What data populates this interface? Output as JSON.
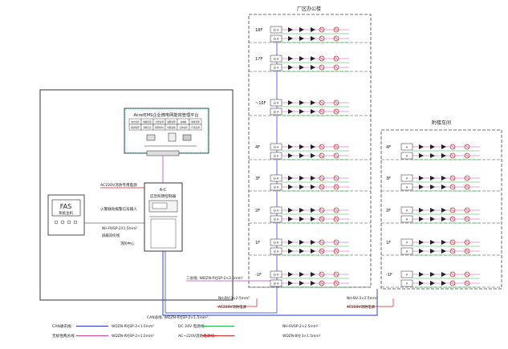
{
  "building_main": {
    "title": "厂区办公楼",
    "floors": [
      "18F",
      "17F",
      "~16F",
      "4F",
      "3F",
      "2F",
      "1F",
      "-1F"
    ]
  },
  "building_annex": {
    "title": "附楼车间",
    "floors": [
      "4F",
      "3F",
      "2F",
      "1F",
      "-1F"
    ]
  },
  "platform": {
    "title": "AcrelEMS企业微电网能效管理平台",
    "modules": [
      "电力监控",
      "电能质量",
      "光伏监测",
      "储能管理",
      "充电桩",
      "能耗管理",
      "能源管理",
      "消防应急",
      "照明控制",
      "智能运维",
      "安防监控",
      "环境监测"
    ]
  },
  "controller": {
    "code": "A-C",
    "name": "应急照明控制器"
  },
  "fas": {
    "title": "FAS",
    "subtitle": "系统主机"
  },
  "labels": {
    "power_ac220": "AC220V消防专用电源",
    "fire_link_input": "火警联动报警信号输入",
    "link_cable": "NH-RVSP-2X1.5mm²",
    "link_line": "屏蔽双绞线",
    "control_center": "消防中心",
    "bus2": "二总线: WDZN-RYJSP-2×2.5mm²",
    "can_bus": "CAN总线: WDZN-RYJSP-2×1.5mm²",
    "nh_bv_main": "NH-BV-3×2.5mm²",
    "ac220_main": "AC220V消防电源",
    "nh_bv_annex": "NH-BV-3×2.5mm²",
    "ac220_annex": "AC220V消防电源",
    "floor_box": "分 A",
    "annex_box": "A"
  },
  "legend": [
    {
      "label": "CAN通讯线:",
      "spec": "WDZN-RYJSP-2×1.5mm²",
      "color": "#2233cc"
    },
    {
      "label": "DC 24V 电源线:",
      "spec": "NH-RVSP-2×2.5mm²",
      "color": "#22bb44"
    },
    {
      "label": "无极性两总线:",
      "spec": "WDZN-RYJSP-2×1.5mm²",
      "color": "#cc44aa"
    },
    {
      "label": "AC~220V消防电源线:",
      "spec": "WDZN-BYJ-3×1.5mm²",
      "color": "#dd2222"
    }
  ],
  "colors": {
    "can": "#2233cc",
    "dc24": "#22bb44",
    "bus": "#cc44aa",
    "ac220": "#dd2222"
  }
}
